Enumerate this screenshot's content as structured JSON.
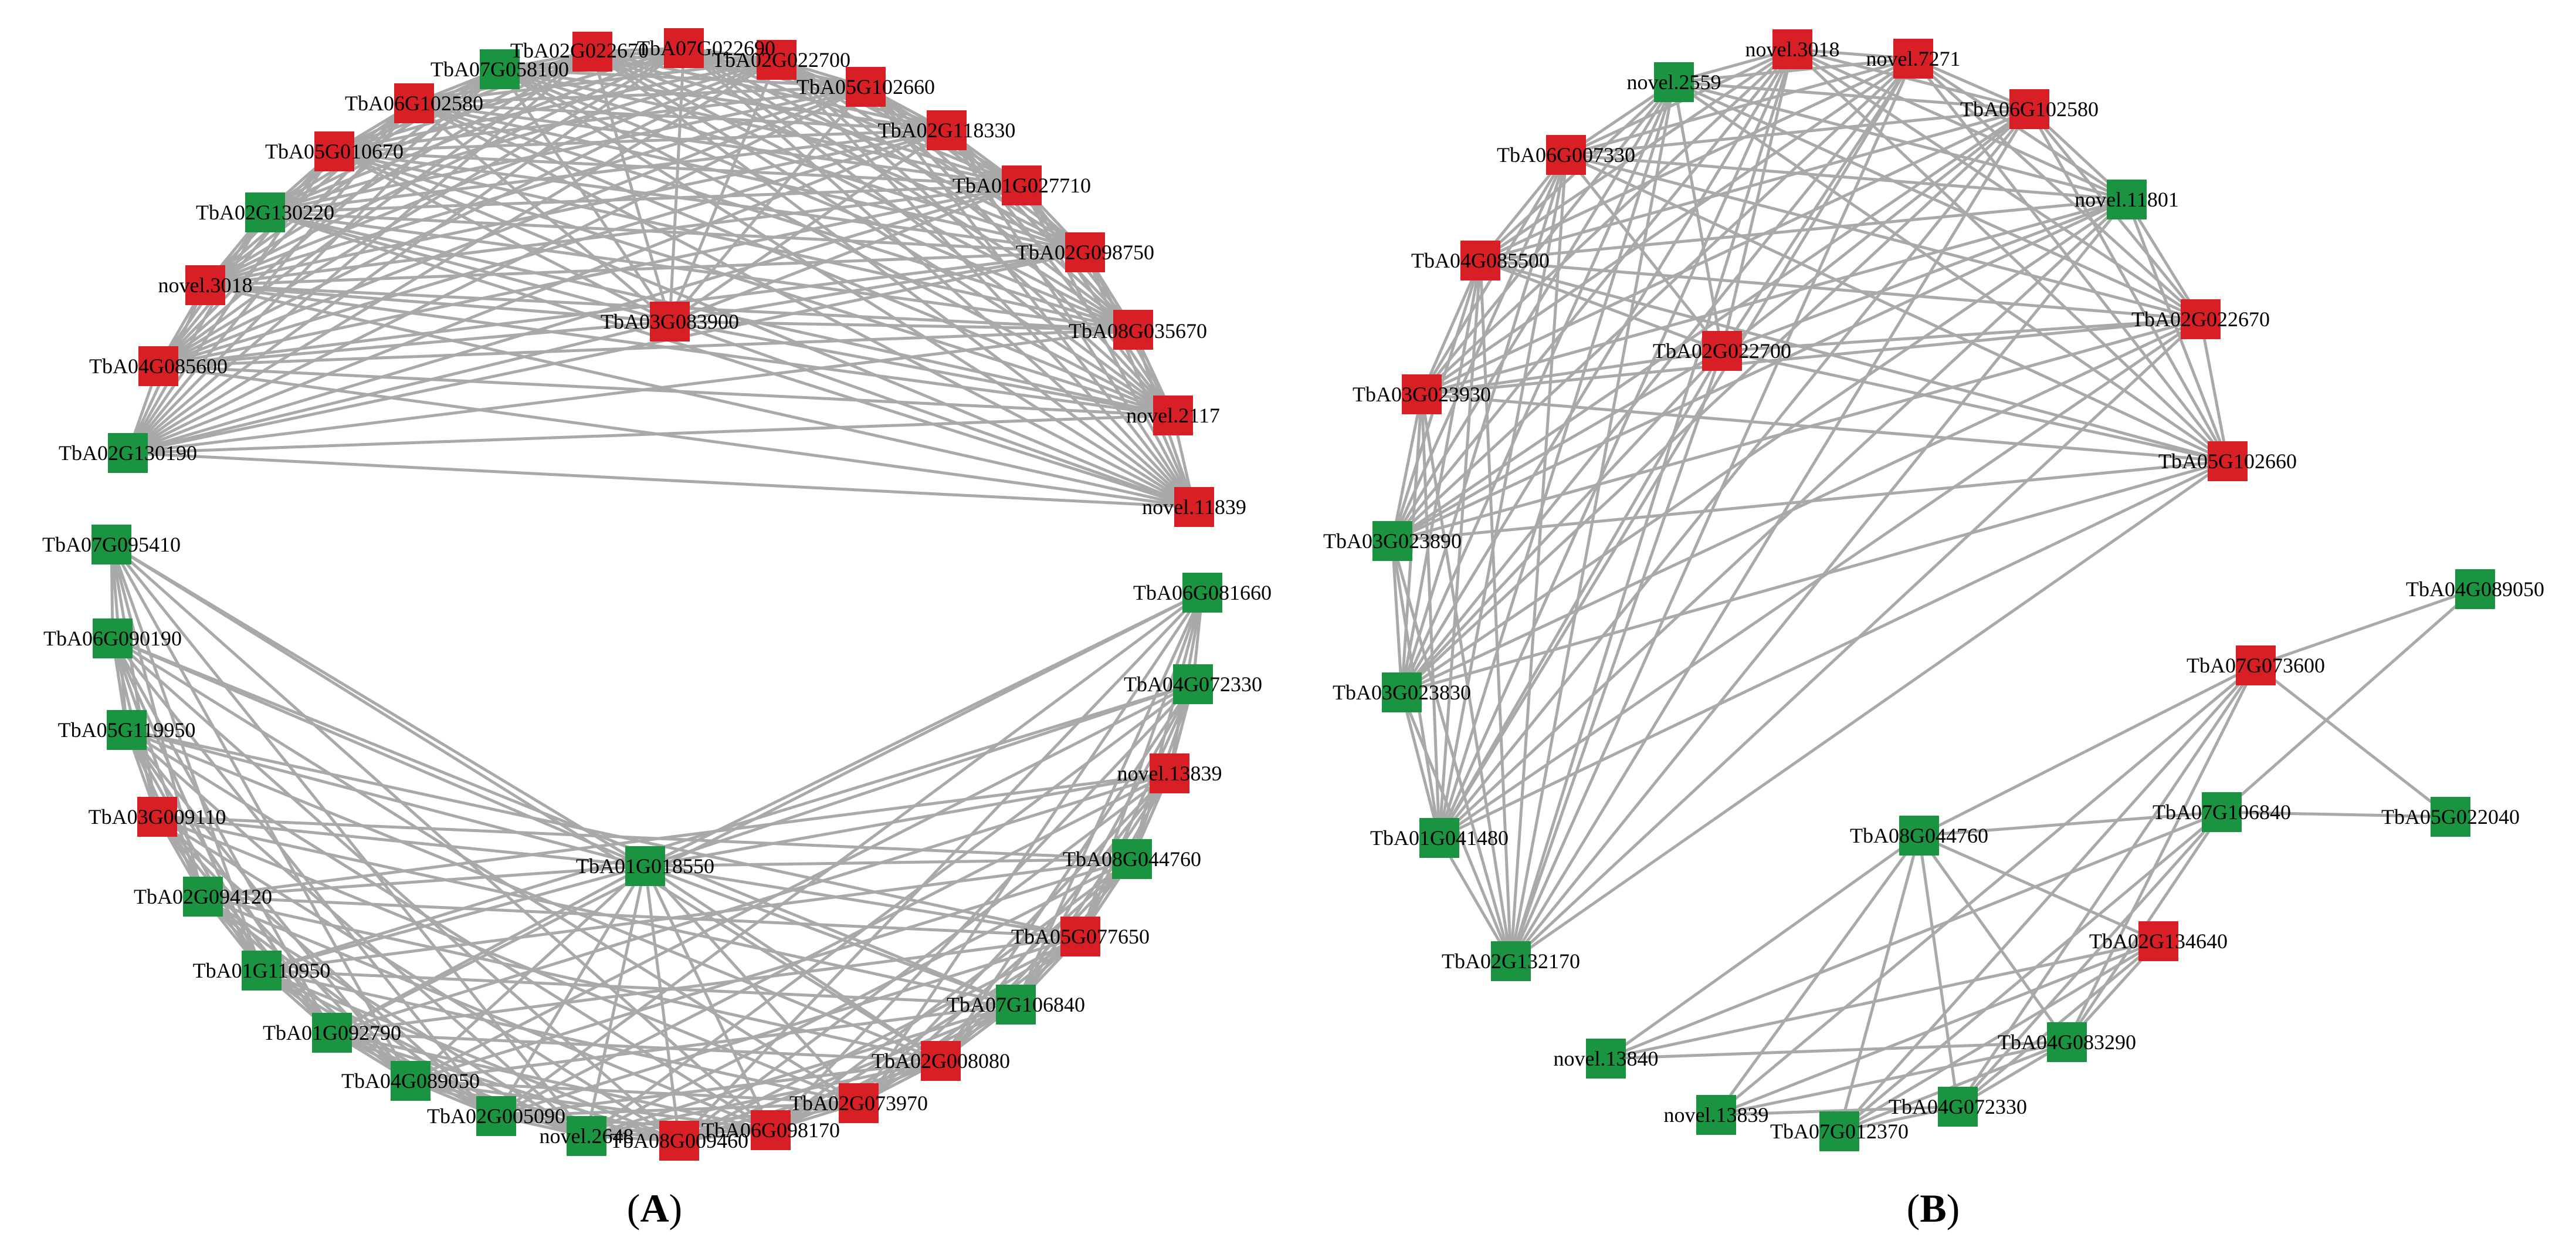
{
  "colors": {
    "red": "#d91f26",
    "green": "#1b9441",
    "edge": "#a9a9a9"
  },
  "panels": [
    {
      "id": "A",
      "label_prefix": "(",
      "label": "A",
      "label_suffix": ")",
      "groups": [
        {
          "nodes": [
            {
              "id": "TbA03G083900",
              "label": "TbA03G083900",
              "color": "red"
            },
            {
              "id": "TbA02G022670",
              "label": "TbA02G022670",
              "color": "red"
            },
            {
              "id": "TbA07G022690",
              "label": "TbA07G022690",
              "color": "red"
            },
            {
              "id": "TbA02G022700",
              "label": "TbA02G022700",
              "color": "red"
            },
            {
              "id": "TbA05G102660",
              "label": "TbA05G102660",
              "color": "red"
            },
            {
              "id": "TbA02G118330",
              "label": "TbA02G118330",
              "color": "red"
            },
            {
              "id": "TbA01G027710",
              "label": "TbA01G027710",
              "color": "red"
            },
            {
              "id": "TbA02G098750",
              "label": "TbA02G098750",
              "color": "red"
            },
            {
              "id": "TbA08G035670",
              "label": "TbA08G035670",
              "color": "red"
            },
            {
              "id": "novel.2117",
              "label": "novel.2117",
              "color": "red"
            },
            {
              "id": "novel.11839",
              "label": "novel.11839",
              "color": "red"
            },
            {
              "id": "TbA02G130190",
              "label": "TbA02G130190",
              "color": "green"
            },
            {
              "id": "TbA04G085600",
              "label": "TbA04G085600",
              "color": "red"
            },
            {
              "id": "novel.3018",
              "label": "novel.3018",
              "color": "red"
            },
            {
              "id": "TbA02G130220",
              "label": "TbA02G130220",
              "color": "green"
            },
            {
              "id": "TbA05G010670",
              "label": "TbA05G010670",
              "color": "red"
            },
            {
              "id": "TbA06G102580",
              "label": "TbA06G102580",
              "color": "red"
            },
            {
              "id": "TbA07G058100",
              "label": "TbA07G058100",
              "color": "green"
            }
          ],
          "hub": "TbA03G083900",
          "edges": "complete"
        },
        {
          "nodes": [
            {
              "id": "TbA01G018550",
              "label": "TbA01G018550",
              "color": "green"
            },
            {
              "id": "TbA07G095410",
              "label": "TbA07G095410",
              "color": "green"
            },
            {
              "id": "TbA06G090190",
              "label": "TbA06G090190",
              "color": "green"
            },
            {
              "id": "TbA05G119950",
              "label": "TbA05G119950",
              "color": "green"
            },
            {
              "id": "TbA03G009110",
              "label": "TbA03G009110",
              "color": "red"
            },
            {
              "id": "TbA02G094120",
              "label": "TbA02G094120",
              "color": "green"
            },
            {
              "id": "TbA01G110950",
              "label": "TbA01G110950",
              "color": "green"
            },
            {
              "id": "TbA01G092790",
              "label": "TbA01G092790",
              "color": "green"
            },
            {
              "id": "TbA04G089050",
              "label": "TbA04G089050",
              "color": "green"
            },
            {
              "id": "TbA02G005090",
              "label": "TbA02G005090",
              "color": "green"
            },
            {
              "id": "novel.2648",
              "label": "novel.2648",
              "color": "green"
            },
            {
              "id": "TbA08G009460",
              "label": "TbA08G009460",
              "color": "red"
            },
            {
              "id": "TbA06G098170",
              "label": "TbA06G098170",
              "color": "red"
            },
            {
              "id": "TbA02G073970",
              "label": "TbA02G073970",
              "color": "red"
            },
            {
              "id": "TbA02G008080",
              "label": "TbA02G008080",
              "color": "red"
            },
            {
              "id": "TbA07G106840",
              "label": "TbA07G106840",
              "color": "green"
            },
            {
              "id": "TbA05G077650",
              "label": "TbA05G077650",
              "color": "red"
            },
            {
              "id": "TbA08G044760",
              "label": "TbA08G044760",
              "color": "green"
            },
            {
              "id": "novel.13839",
              "label": "novel.13839",
              "color": "red"
            },
            {
              "id": "TbA04G072330",
              "label": "TbA04G072330",
              "color": "green"
            },
            {
              "id": "TbA06G081660",
              "label": "TbA06G081660",
              "color": "green"
            }
          ],
          "hub": "TbA01G018550",
          "edges": "dense"
        }
      ]
    },
    {
      "id": "B",
      "label_prefix": "(",
      "label": "B",
      "label_suffix": ")",
      "groups": [
        {
          "nodes": [
            {
              "id": "novel.3018",
              "label": "novel.3018",
              "color": "red"
            },
            {
              "id": "novel.7271",
              "label": "novel.7271",
              "color": "red"
            },
            {
              "id": "TbA06G102580",
              "label": "TbA06G102580",
              "color": "red"
            },
            {
              "id": "novel.11801",
              "label": "novel.11801",
              "color": "green"
            },
            {
              "id": "TbA02G022670",
              "label": "TbA02G022670",
              "color": "red"
            },
            {
              "id": "TbA05G102660",
              "label": "TbA05G102660",
              "color": "red"
            },
            {
              "id": "TbA02G132170",
              "label": "TbA02G132170",
              "color": "green"
            },
            {
              "id": "TbA01G041480",
              "label": "TbA01G041480",
              "color": "green"
            },
            {
              "id": "TbA03G023830",
              "label": "TbA03G023830",
              "color": "green"
            },
            {
              "id": "TbA03G023890",
              "label": "TbA03G023890",
              "color": "green"
            },
            {
              "id": "TbA03G023930",
              "label": "TbA03G023930",
              "color": "red"
            },
            {
              "id": "TbA04G085500",
              "label": "TbA04G085500",
              "color": "red"
            },
            {
              "id": "TbA06G007330",
              "label": "TbA06G007330",
              "color": "red"
            },
            {
              "id": "novel.2559",
              "label": "novel.2559",
              "color": "green"
            },
            {
              "id": "TbA02G022700",
              "label": "TbA02G022700",
              "color": "red"
            }
          ],
          "hub": "TbA02G022700",
          "edges": "complete"
        },
        {
          "nodes": [
            {
              "id": "TbA07G073600",
              "label": "TbA07G073600",
              "color": "red"
            },
            {
              "id": "TbA04G089050",
              "label": "TbA04G089050",
              "color": "green"
            },
            {
              "id": "TbA05G022040",
              "label": "TbA05G022040",
              "color": "green"
            },
            {
              "id": "TbA07G106840",
              "label": "TbA07G106840",
              "color": "green"
            },
            {
              "id": "TbA08G044760",
              "label": "TbA08G044760",
              "color": "green"
            },
            {
              "id": "TbA02G134640",
              "label": "TbA02G134640",
              "color": "red"
            },
            {
              "id": "TbA04G083290",
              "label": "TbA04G083290",
              "color": "green"
            },
            {
              "id": "TbA04G072330",
              "label": "TbA04G072330",
              "color": "green"
            },
            {
              "id": "TbA07G012370",
              "label": "TbA07G012370",
              "color": "green"
            },
            {
              "id": "novel.13839",
              "label": "novel.13839",
              "color": "green"
            },
            {
              "id": "novel.13840",
              "label": "novel.13840",
              "color": "green"
            }
          ],
          "hub": "",
          "edges": "listed",
          "edge_list": [
            [
              "TbA07G073600",
              "TbA04G089050"
            ],
            [
              "TbA07G073600",
              "TbA05G022040"
            ],
            [
              "TbA07G073600",
              "TbA08G044760"
            ],
            [
              "TbA07G073600",
              "TbA04G083290"
            ],
            [
              "TbA07G073600",
              "TbA04G072330"
            ],
            [
              "TbA07G073600",
              "TbA07G012370"
            ],
            [
              "TbA07G073600",
              "novel.13839"
            ],
            [
              "TbA07G106840",
              "TbA04G089050"
            ],
            [
              "TbA07G106840",
              "TbA05G022040"
            ],
            [
              "TbA07G106840",
              "TbA08G044760"
            ],
            [
              "TbA07G106840",
              "TbA04G083290"
            ],
            [
              "TbA07G106840",
              "TbA04G072330"
            ],
            [
              "TbA07G106840",
              "novel.13840"
            ],
            [
              "TbA07G106840",
              "TbA07G012370"
            ],
            [
              "TbA08G044760",
              "TbA02G134640"
            ],
            [
              "TbA08G044760",
              "TbA04G083290"
            ],
            [
              "TbA08G044760",
              "TbA04G072330"
            ],
            [
              "TbA08G044760",
              "TbA07G012370"
            ],
            [
              "TbA08G044760",
              "novel.13839"
            ],
            [
              "TbA08G044760",
              "novel.13840"
            ],
            [
              "TbA02G134640",
              "TbA04G083290"
            ],
            [
              "TbA02G134640",
              "TbA04G072330"
            ],
            [
              "TbA02G134640",
              "TbA07G012370"
            ],
            [
              "TbA02G134640",
              "novel.13839"
            ],
            [
              "TbA02G134640",
              "novel.13840"
            ],
            [
              "TbA04G083290",
              "TbA04G072330"
            ],
            [
              "TbA04G083290",
              "TbA07G012370"
            ],
            [
              "TbA04G083290",
              "novel.13839"
            ],
            [
              "TbA04G083290",
              "novel.13840"
            ],
            [
              "TbA04G072330",
              "TbA07G012370"
            ],
            [
              "TbA04G072330",
              "novel.13839"
            ]
          ]
        }
      ]
    }
  ]
}
